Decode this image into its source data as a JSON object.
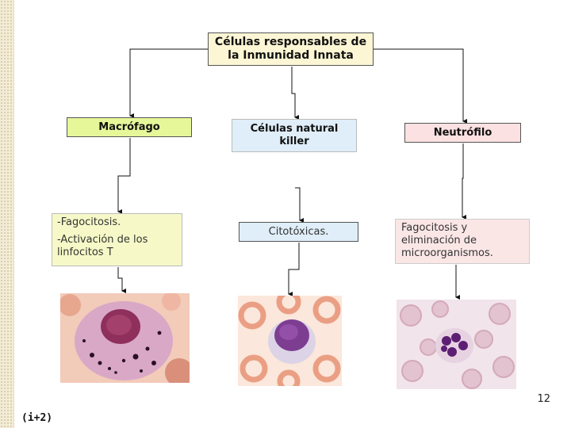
{
  "root": {
    "line1": "Células responsables de",
    "line2": "la Inmunidad Innata"
  },
  "branches": [
    {
      "title": "Macrófago",
      "description_lines": [
        "-Fagocitosis.",
        "-Activación de los",
        "linfocitos T"
      ],
      "box_color": "#e6f79a"
    },
    {
      "title_line1": "Células natural",
      "title_line2": "killer",
      "description_lines": [
        "Citotóxicas."
      ],
      "box_color": "#dfeef8"
    },
    {
      "title": "Neutrófilo",
      "description_lines": [
        "Fagocitosis y",
        "eliminación de",
        "microorganismos."
      ],
      "box_color": "#fbe1e1"
    }
  ],
  "page_number": "12",
  "footer": "(i+2)",
  "icons": [
    "arrow-down-icon"
  ]
}
